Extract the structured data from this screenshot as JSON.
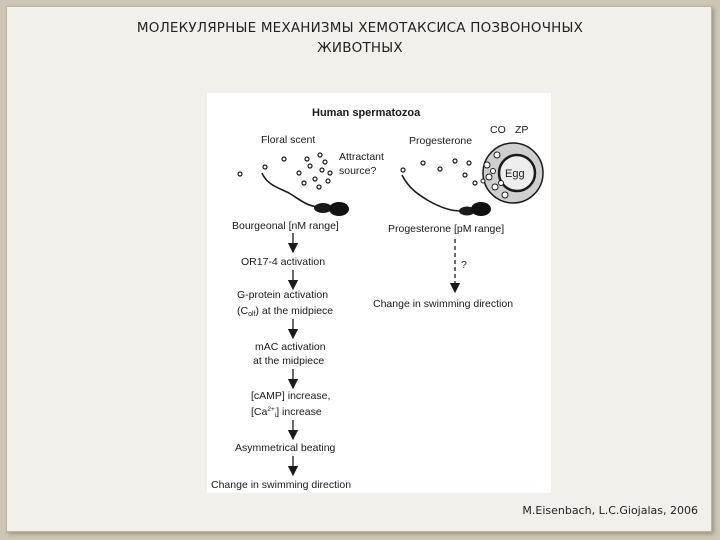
{
  "slide": {
    "title_line1": "МОЛЕКУЛЯРНЫЕ  МЕХАНИЗМЫ ХЕМОТАКСИСА ПОЗВОНОЧНЫХ",
    "title_line2": "ЖИВОТНЫХ",
    "credit": "M.Eisenbach, L.C.Giojalas, 2006"
  },
  "figure": {
    "heading": "Human spermatozoa",
    "left": {
      "scent": "Floral scent",
      "attractant_1": "Attractant",
      "attractant_2": "source?",
      "steps": [
        "Bourgeonal [nM range]",
        "OR17-4 activation",
        "G-protein activation",
        "(C",
        "olf",
        ") at the midpiece",
        "mAC activation",
        "at the midpiece",
        "[cAMP] increase,",
        "[Ca",
        "2+",
        "i",
        "] increase",
        "Asymmetrical beating",
        "Change in swimming direction"
      ]
    },
    "right": {
      "progesterone": "Progesterone",
      "co": "CO",
      "zp": "ZP",
      "egg": "Egg",
      "range": "Progesterone [pM range]",
      "question": "?",
      "result": "Change in swimming direction"
    }
  }
}
